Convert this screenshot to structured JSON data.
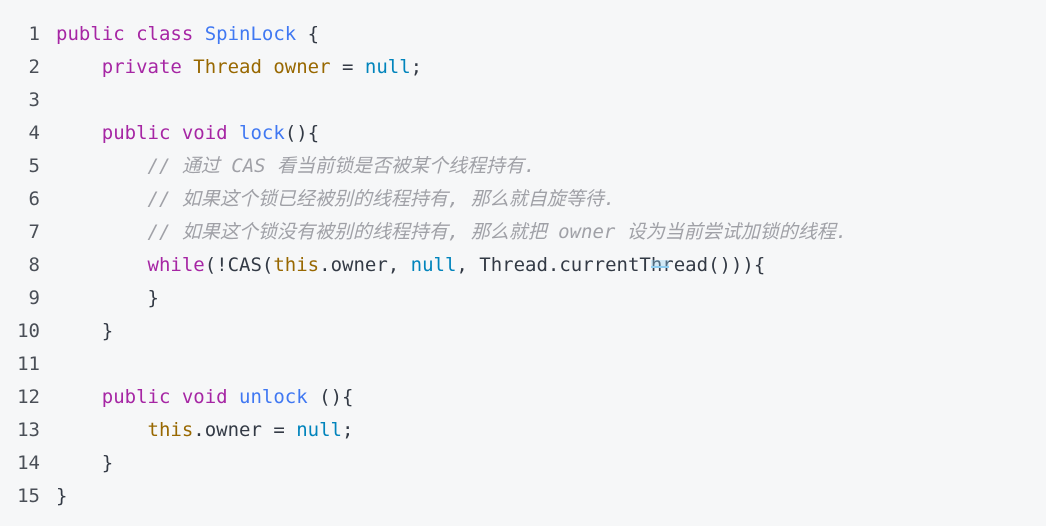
{
  "code": {
    "lines": [
      {
        "no": "1",
        "tokens": [
          {
            "t": "public class ",
            "c": "kw"
          },
          {
            "t": "SpinLock",
            "c": "fn"
          },
          {
            "t": " {",
            "c": "plain"
          }
        ]
      },
      {
        "no": "2",
        "tokens": [
          {
            "t": "    ",
            "c": "plain"
          },
          {
            "t": "private ",
            "c": "kw"
          },
          {
            "t": "Thread owner",
            "c": "ty"
          },
          {
            "t": " = ",
            "c": "plain"
          },
          {
            "t": "null",
            "c": "lit"
          },
          {
            "t": ";",
            "c": "plain"
          }
        ]
      },
      {
        "no": "3",
        "tokens": []
      },
      {
        "no": "4",
        "tokens": [
          {
            "t": "    ",
            "c": "plain"
          },
          {
            "t": "public void ",
            "c": "kw"
          },
          {
            "t": "lock",
            "c": "fn"
          },
          {
            "t": "(){",
            "c": "plain"
          }
        ]
      },
      {
        "no": "5",
        "tokens": [
          {
            "t": "        ",
            "c": "plain"
          },
          {
            "t": "// 通过 CAS 看当前锁是否被某个线程持有.",
            "c": "cm"
          }
        ]
      },
      {
        "no": "6",
        "tokens": [
          {
            "t": "        ",
            "c": "plain"
          },
          {
            "t": "// 如果这个锁已经被别的线程持有, 那么就自旋等待.",
            "c": "cm"
          }
        ]
      },
      {
        "no": "7",
        "tokens": [
          {
            "t": "        ",
            "c": "plain"
          },
          {
            "t": "// 如果这个锁没有被别的线程持有, 那么就把 owner 设为当前尝试加锁的线程.",
            "c": "cm"
          }
        ]
      },
      {
        "no": "8",
        "tokens": [
          {
            "t": "        ",
            "c": "plain"
          },
          {
            "t": "while",
            "c": "kw"
          },
          {
            "t": "(!CAS(",
            "c": "plain"
          },
          {
            "t": "this",
            "c": "ty"
          },
          {
            "t": ".owner, ",
            "c": "plain"
          },
          {
            "t": "null",
            "c": "lit"
          },
          {
            "t": ", Thread.currentThread())){",
            "c": "plain"
          }
        ]
      },
      {
        "no": "9",
        "tokens": [
          {
            "t": "        }",
            "c": "plain"
          }
        ]
      },
      {
        "no": "10",
        "tokens": [
          {
            "t": "    }",
            "c": "plain"
          }
        ]
      },
      {
        "no": "11",
        "tokens": []
      },
      {
        "no": "12",
        "tokens": [
          {
            "t": "    ",
            "c": "plain"
          },
          {
            "t": "public void ",
            "c": "kw"
          },
          {
            "t": "unlock",
            "c": "fn"
          },
          {
            "t": " (){",
            "c": "plain"
          }
        ]
      },
      {
        "no": "13",
        "tokens": [
          {
            "t": "        ",
            "c": "plain"
          },
          {
            "t": "this",
            "c": "ty"
          },
          {
            "t": ".owner = ",
            "c": "plain"
          },
          {
            "t": "null",
            "c": "lit"
          },
          {
            "t": ";",
            "c": "plain"
          }
        ]
      },
      {
        "no": "14",
        "tokens": [
          {
            "t": "    }",
            "c": "plain"
          }
        ]
      },
      {
        "no": "15",
        "tokens": [
          {
            "t": "}",
            "c": "plain"
          }
        ]
      }
    ]
  },
  "colors": {
    "background": "#f6f7f8",
    "keyword": "#a626a4",
    "function": "#4078f2",
    "type": "#986801",
    "literal": "#0184bc",
    "comment": "#a0a1a7",
    "text": "#333a45"
  }
}
